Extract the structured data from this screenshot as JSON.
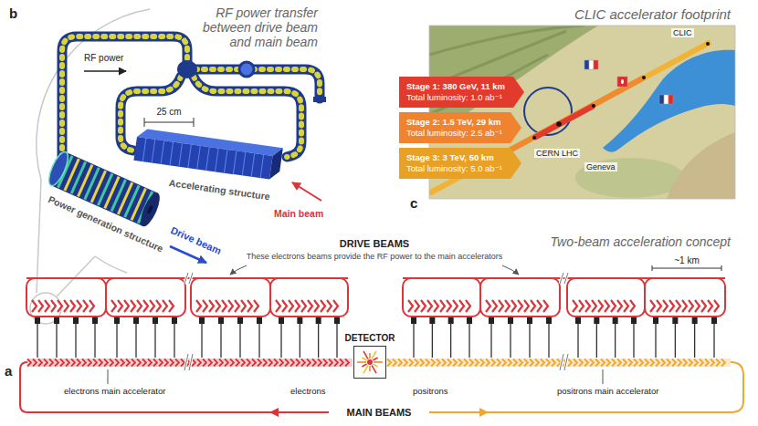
{
  "diagram": {
    "nodes": [
      {
        "text": [
          "Stage 1: 380 GeV, 11 km",
          "Total luminosity: 1.0 ab⁻¹"
        ]
      },
      {
        "text": [
          "Stage 2: 1.5 TeV, 29 km",
          "Total luminosity: 2.5 ab⁻¹"
        ]
      },
      {
        "text": [
          "Stage 3: 3 TeV, 50 km",
          "Total luminosity: 5.0 ab⁻¹"
        ]
      },
      {
        "text": [
          "DETECTOR"
        ]
      }
    ],
    "labels": [
      "b",
      "RF power transfer between drive beam and main beam",
      "RF power",
      "25 cm",
      "Accelerating structure",
      "Main beam",
      "Power generation structure",
      "Drive beam",
      "c",
      "CLIC accelerator footprint",
      "CLIC",
      "CERN LHC",
      "Geneva",
      "a",
      "DRIVE BEAMS",
      "These electrons beams provide the RF power to the main accelerators",
      "Two-beam acceleration concept",
      "~1 km",
      "electrons main accelerator",
      "electrons",
      "positrons",
      "positrons main accelerator",
      "MAIN BEAMS"
    ]
  }
}
